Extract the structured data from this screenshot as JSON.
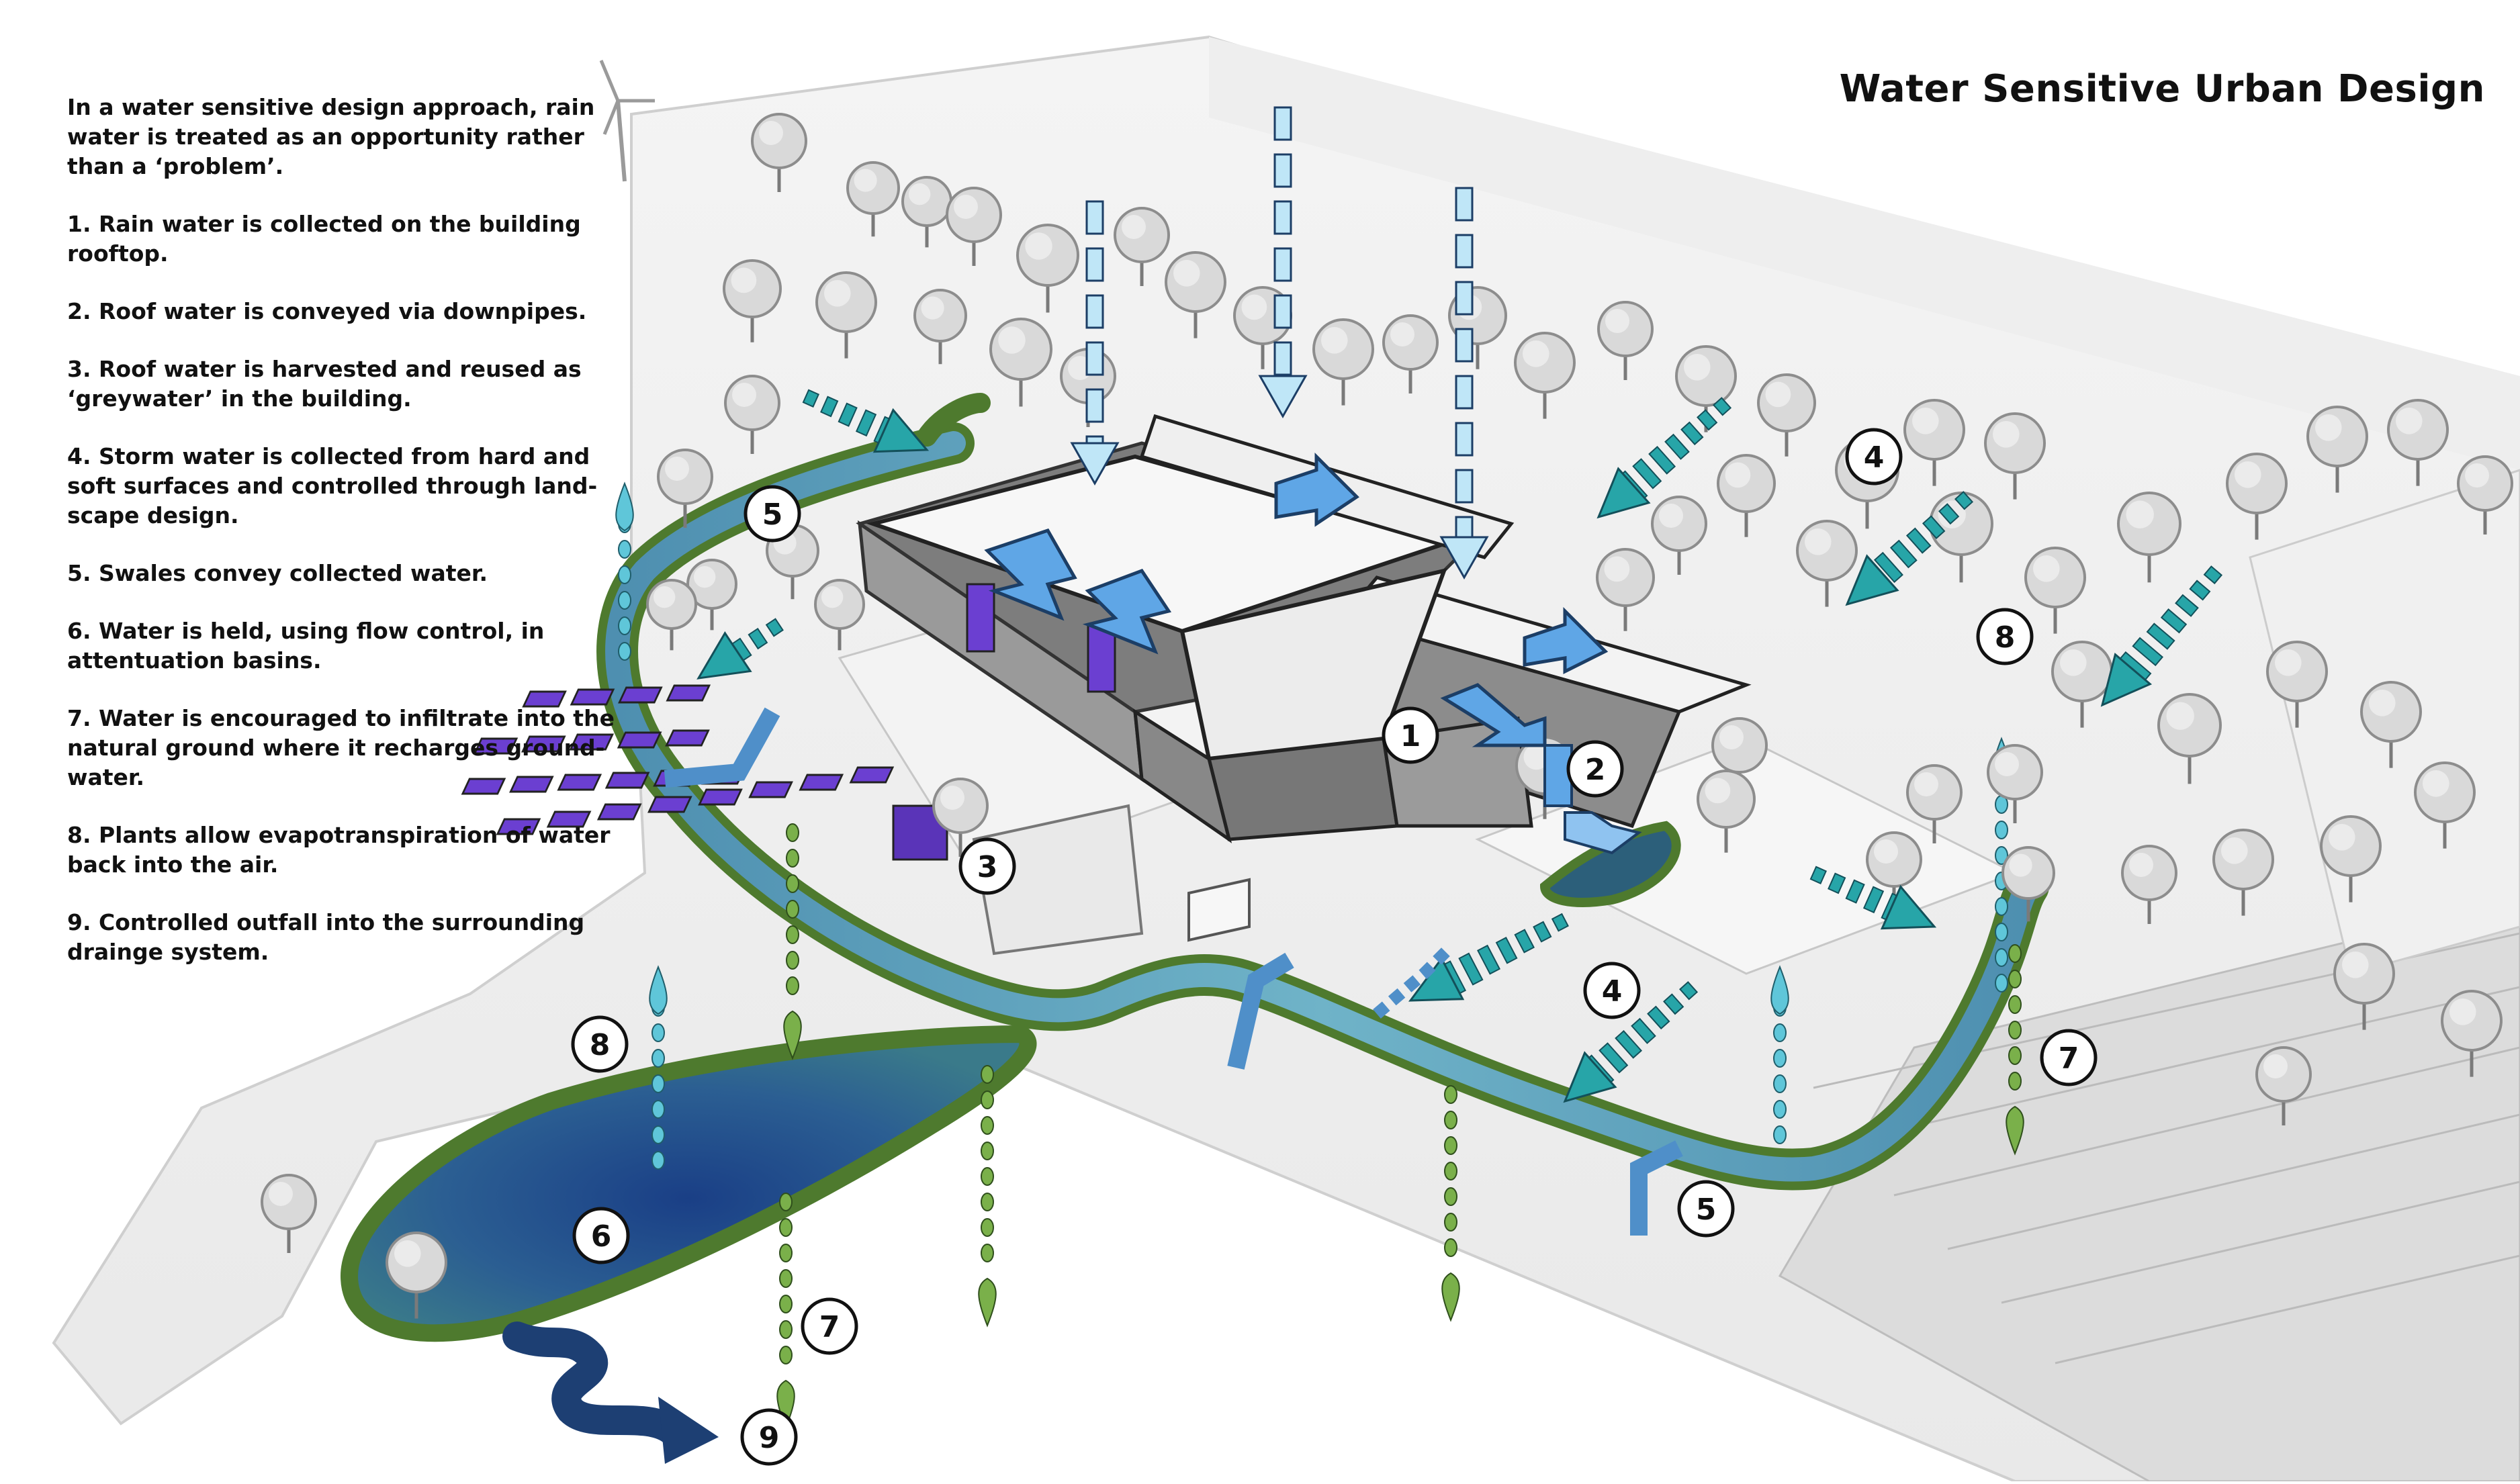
{
  "title": "Water Sensitive Urban Design",
  "intro": "In a water sensitive design approach, rain water is treated as an opportunity rather than a ‘problem’.",
  "legend": [
    "1.  Rain water is collected on the building rooftop.",
    "2.  Roof water is conveyed via downpipes.",
    "3.  Roof water is harvested and reused as ‘greywater’ in the building.",
    "4.  Storm water is collected from hard and soft surfaces and controlled through land-scape design.",
    "5.  Swales convey collected water.",
    "6.  Water is held, using flow control,  in attentuation basins.",
    "7.  Water is encouraged to infiltrate into the natural ground where it recharges ground-water.",
    "8.  Plants allow evapotranspiration of water back into the air.",
    "9. Controlled outfall into the surrounding drainge system."
  ],
  "markers": [
    "1",
    "2",
    "3",
    "4",
    "4",
    "5",
    "5",
    "6",
    "7",
    "7",
    "8",
    "8",
    "9"
  ],
  "colors": {
    "swale_green": "#4e7a2e",
    "swale_blue": "#5fa6c0",
    "basin_blue": "#1f4e8a",
    "outfall_navy": "#1d3f73",
    "rain_light_blue": "#bfe6f7",
    "roof_arrow_blue": "#5fa6e6",
    "teal_arrow": "#27a5a8",
    "infiltration_green": "#7ab04a",
    "evapo_cyan": "#5fc6d9",
    "solar_purple": "#6b3fd1"
  },
  "icons": [
    "wind-turbine-icon",
    "tree-icon",
    "rain-arrow-icon",
    "roof-flow-arrow-icon",
    "stormwater-arrow-icon",
    "infiltration-drops-icon",
    "evapotranspiration-drops-icon",
    "outfall-arrow-icon"
  ]
}
